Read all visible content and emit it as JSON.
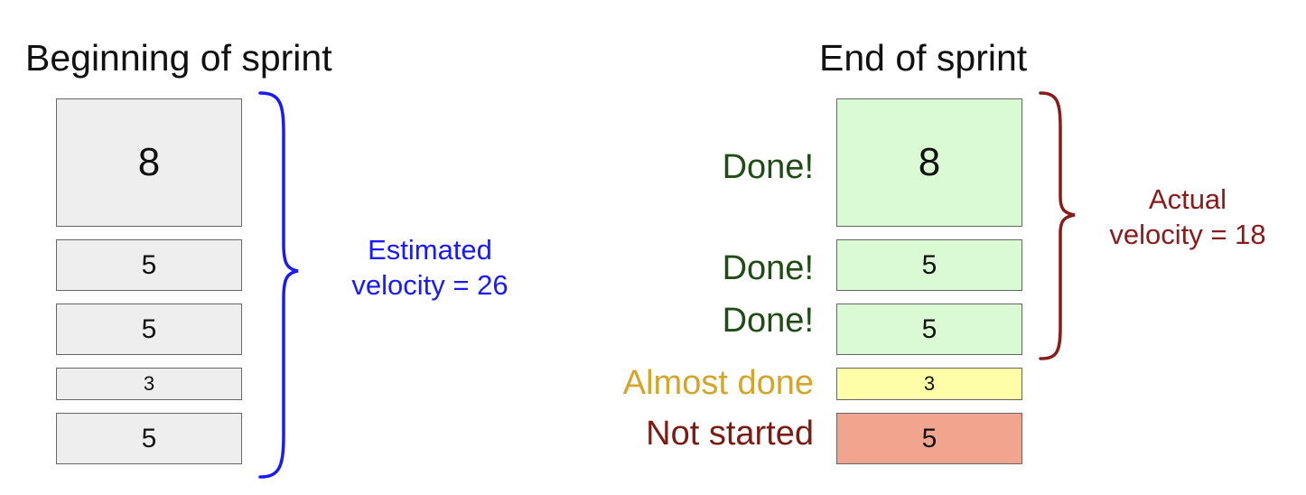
{
  "left_panel": {
    "title": "Beginning of sprint",
    "box_fill": "#eeeeee",
    "boxes": [
      "8",
      "5",
      "5",
      "3",
      "5"
    ],
    "annotation": {
      "line1": "Estimated",
      "line2": "velocity = 26",
      "color": "#1a1aff"
    }
  },
  "right_panel": {
    "title": "End of sprint",
    "boxes": [
      {
        "points": "8",
        "status": "Done!",
        "fill": "#d9fad3",
        "status_color": "#1e4d14"
      },
      {
        "points": "5",
        "status": "Done!",
        "fill": "#d9fad3",
        "status_color": "#1e4d14"
      },
      {
        "points": "5",
        "status": "Done!",
        "fill": "#d9fad3",
        "status_color": "#1e4d14"
      },
      {
        "points": "3",
        "status": "Almost done",
        "fill": "#fefea8",
        "status_color": "#d4a52a"
      },
      {
        "points": "5",
        "status": "Not started",
        "fill": "#f2a58e",
        "status_color": "#7d1a12"
      }
    ],
    "annotation": {
      "line1": "Actual",
      "line2": "velocity = 18",
      "color": "#8b1a1a"
    }
  }
}
